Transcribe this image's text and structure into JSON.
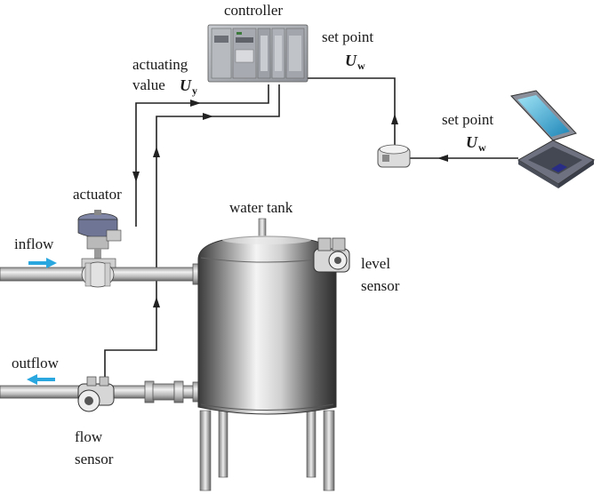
{
  "labels": {
    "controller": "controller",
    "set_point_top": "set point",
    "uw_top_main": "U",
    "uw_top_sub": "w",
    "actuating_line1": "actuating",
    "actuating_line2": "value",
    "uy_main": "U",
    "uy_sub": "y",
    "set_point_right": "set point",
    "uw_right_main": "U",
    "uw_right_sub": "w",
    "actuator": "actuator",
    "water_tank": "water tank",
    "inflow": "inflow",
    "outflow": "outflow",
    "level_line1": "level",
    "level_line2": "sensor",
    "flow_line1": "flow",
    "flow_line2": "sensor"
  },
  "colors": {
    "flow_arrow": "#2aa7df",
    "wire": "#222222",
    "tank_dark": "#4a4a4a",
    "tank_light": "#f2f2f2"
  },
  "icons": {
    "controller": "plc-controller-icon",
    "laptop": "laptop-icon",
    "setpoint_device": "setpoint-device-icon",
    "actuator": "control-valve-icon",
    "level_sensor": "level-sensor-icon",
    "flow_sensor": "flow-sensor-icon",
    "tank": "water-tank-icon"
  }
}
